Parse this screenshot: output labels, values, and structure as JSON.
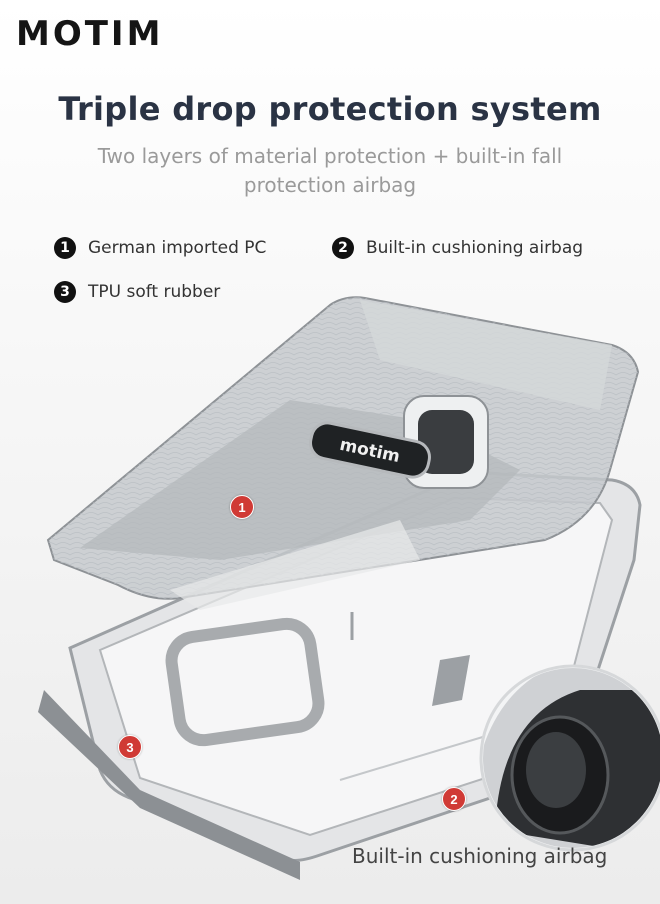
{
  "brand": "MOTIM",
  "title": "Triple drop protection system",
  "subtitle": "Two layers of material protection + built-in fall protection airbag",
  "features": [
    {
      "num": "1",
      "label": "German imported PC"
    },
    {
      "num": "2",
      "label": "Built-in cushioning airbag"
    },
    {
      "num": "3",
      "label": "TPU soft rubber"
    }
  ],
  "markers": [
    "1",
    "3",
    "2"
  ],
  "case_logo": "motim",
  "caption": "Built-in cushioning airbag",
  "colors": {
    "title": "#2a3344",
    "subtitle": "#9a9a9a",
    "marker": "#d03a35"
  }
}
